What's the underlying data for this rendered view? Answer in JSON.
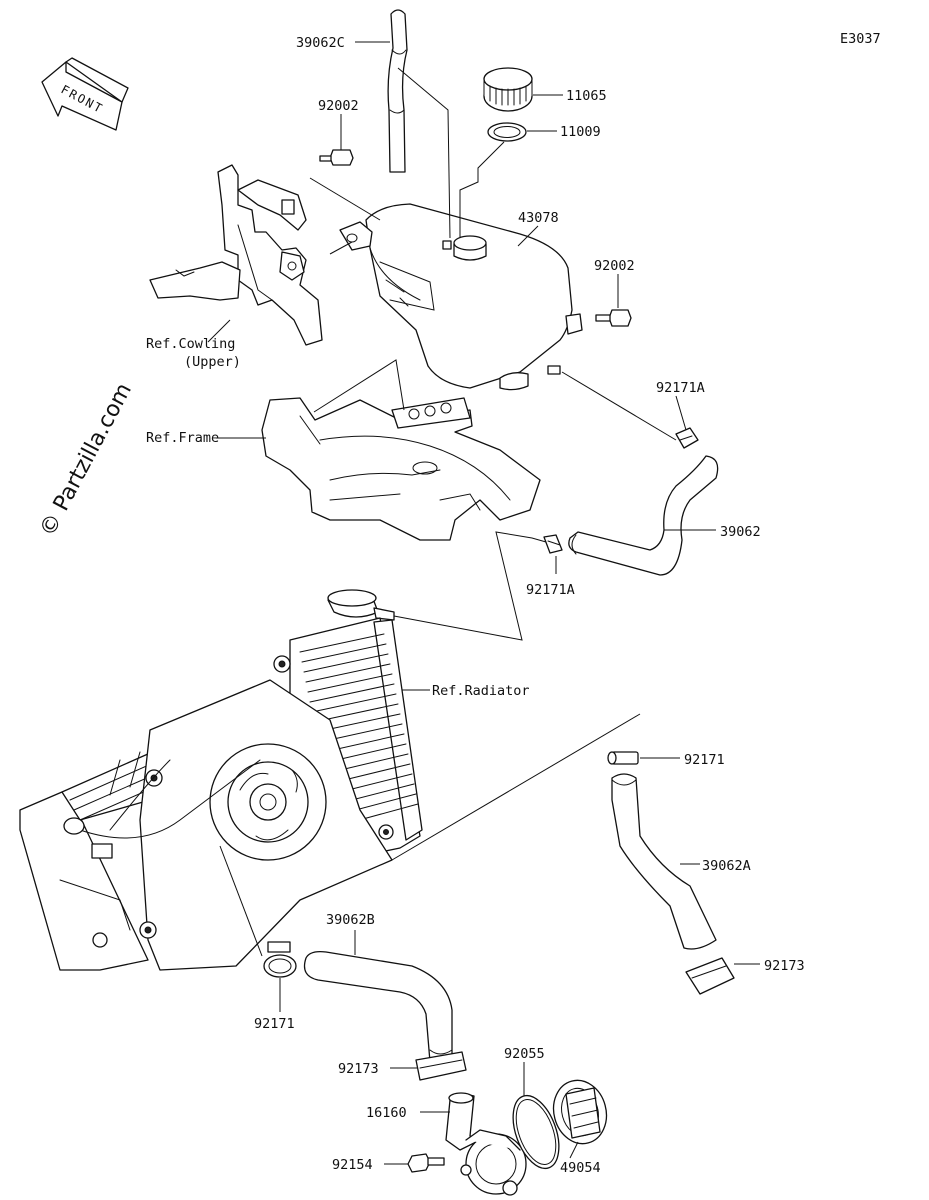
{
  "diagram_code": "E3037",
  "front_label": "FRONT",
  "watermark": "© Partzilla.com",
  "parts": [
    {
      "id": "p-39062c",
      "number": "39062C"
    },
    {
      "id": "p-11065",
      "number": "11065"
    },
    {
      "id": "p-11009",
      "number": "11009"
    },
    {
      "id": "p-92002-a",
      "number": "92002"
    },
    {
      "id": "p-43078",
      "number": "43078"
    },
    {
      "id": "p-92002-b",
      "number": "92002"
    },
    {
      "id": "p-92171a-a",
      "number": "92171A"
    },
    {
      "id": "p-39062",
      "number": "39062"
    },
    {
      "id": "p-92171a-b",
      "number": "92171A"
    },
    {
      "id": "p-92171-a",
      "number": "92171"
    },
    {
      "id": "p-39062a",
      "number": "39062A"
    },
    {
      "id": "p-92173-a",
      "number": "92173"
    },
    {
      "id": "p-39062b",
      "number": "39062B"
    },
    {
      "id": "p-92171-b",
      "number": "92171"
    },
    {
      "id": "p-92173-b",
      "number": "92173"
    },
    {
      "id": "p-92055",
      "number": "92055"
    },
    {
      "id": "p-16160",
      "number": "16160"
    },
    {
      "id": "p-92154",
      "number": "92154"
    },
    {
      "id": "p-49054",
      "number": "49054"
    }
  ],
  "references": {
    "cowling_line1": "Ref.Cowling",
    "cowling_line2": "(Upper)",
    "frame": "Ref.Frame",
    "radiator": "Ref.Radiator"
  }
}
